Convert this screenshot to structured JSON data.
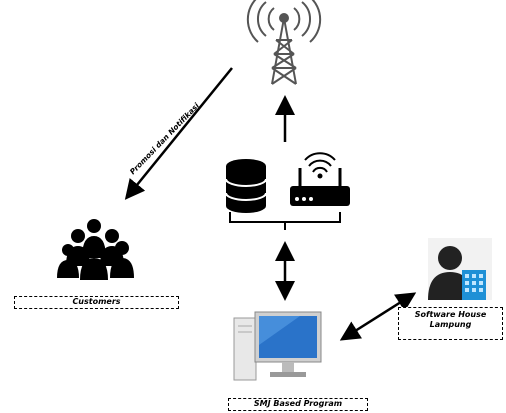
{
  "labels": {
    "edge_promo": "Promosi dan Notifikasi",
    "customers": "Customers",
    "program": "SMJ Based Program",
    "software_house_line1": "Software House",
    "software_house_line2": "Lampung"
  },
  "icons": {
    "tower": "radio-tower-icon",
    "database": "database-icon",
    "router": "wifi-router-icon",
    "customers": "users-group-icon",
    "computer": "desktop-computer-icon",
    "software_house": "businessman-building-icon"
  },
  "colors": {
    "stroke": "#000000",
    "tower": "#555555",
    "monitor_blue": "#2a73c9",
    "building_blue": "#1e90d6"
  }
}
